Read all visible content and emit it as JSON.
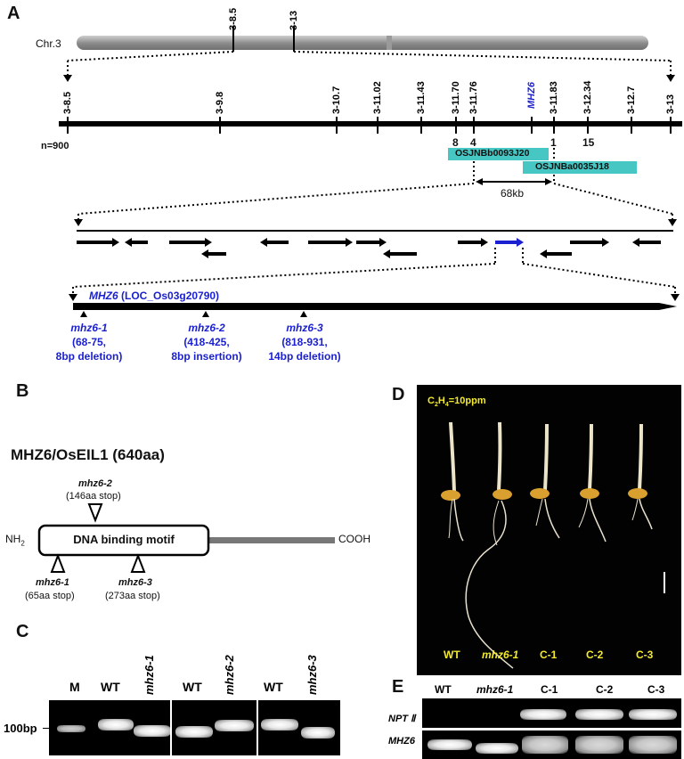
{
  "panels": {
    "A": "A",
    "B": "B",
    "C": "C",
    "D": "D",
    "E": "E"
  },
  "panelA": {
    "chromosome": "Chr.3",
    "chr_markers": [
      "3-8.5",
      "3-13"
    ],
    "markers": [
      "3-8.5",
      "3-9.8",
      "3-10.7",
      "3-11.02",
      "3-11.43",
      "3-11.70",
      "3-11.76",
      "MHZ6",
      "3-11.83",
      "3-12.34",
      "3-12.7",
      "3-13"
    ],
    "recombinants": [
      "8",
      "4",
      "1",
      "15"
    ],
    "n_label": "n=900",
    "bac1": "OSJNBb0093J20",
    "bac2": "OSJNBa0035J18",
    "distance": "68kb",
    "gene_title_italic": "MHZ6",
    "gene_title_locus": " (LOC_Os03g20790)",
    "mutants": [
      {
        "name": "mhz6-1",
        "l1": "(68-75,",
        "l2": "8bp deletion)"
      },
      {
        "name": "mhz6-2",
        "l1": "(418-425,",
        "l2": "8bp insertion)"
      },
      {
        "name": "mhz6-3",
        "l1": "(818-931,",
        "l2": "14bp deletion)"
      }
    ]
  },
  "panelB": {
    "protein": "MHZ6/OsEIL1 (640aa)",
    "nterm": "NH",
    "nterm_sub": "2",
    "cterm": "COOH",
    "domain": "DNA binding motif",
    "muts": [
      {
        "name": "mhz6-2",
        "stop": "(146aa stop)"
      },
      {
        "name": "mhz6-1",
        "stop": "(65aa stop)"
      },
      {
        "name": "mhz6-3",
        "stop": "(273aa stop)"
      }
    ]
  },
  "panelC": {
    "lanes": [
      "M",
      "WT",
      "mhz6-1",
      "WT",
      "mhz6-2",
      "WT",
      "mhz6-3"
    ],
    "size": "100bp"
  },
  "panelD": {
    "treatment_pre": "C",
    "treatment_sub1": "2",
    "treatment_mid": "H",
    "treatment_sub2": "4",
    "treatment_post": "=10ppm",
    "lines": [
      "WT",
      "mhz6-1",
      "C-1",
      "C-2",
      "C-3"
    ]
  },
  "panelE": {
    "lanes": [
      "WT",
      "mhz6-1",
      "C-1",
      "C-2",
      "C-3"
    ],
    "rows": [
      "NPT Ⅱ",
      "MHZ6"
    ]
  }
}
